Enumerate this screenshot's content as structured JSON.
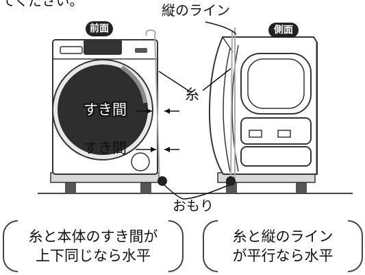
{
  "header": {
    "fragment": "てください。"
  },
  "labels": {
    "front": "前面",
    "side": "側面",
    "vertical_line": "縦のライン",
    "thread": "糸",
    "gap_upper": "すき間",
    "gap_lower": "すき間",
    "weight": "おもり"
  },
  "notes": {
    "left": {
      "line1": "糸と本体のすき間が",
      "line2": "上下同じなら水平"
    },
    "right": {
      "line1": "糸と縦のライン",
      "line2": "が平行なら水平"
    }
  }
}
